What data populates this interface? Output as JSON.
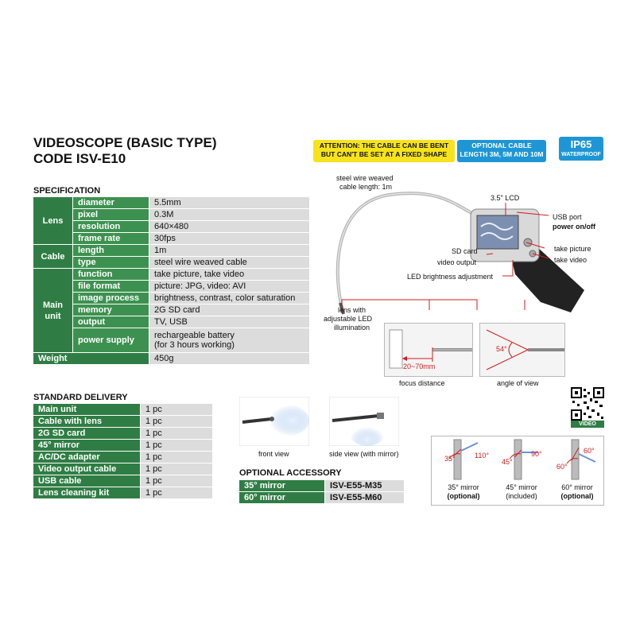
{
  "title": {
    "line1": "VIDEOSCOPE (BASIC TYPE)",
    "line2": "CODE ISV-E10"
  },
  "badges": {
    "attention": {
      "line1": "ATTENTION: THE CABLE CAN BE BENT",
      "line2": "BUT CAN'T BE SET AT A FIXED SHAPE",
      "color": "#f7e31b"
    },
    "cable": {
      "line1": "OPTIONAL CABLE",
      "line2": "LENGTH 3M, 5M AND 10M",
      "color": "#1e96d6"
    },
    "ip": {
      "line1": "IP65",
      "line2": "WATERPROOF",
      "color": "#1e96d6"
    }
  },
  "specification": {
    "heading": "SPECIFICATION",
    "groups": [
      {
        "name": "Lens",
        "rows": [
          {
            "label": "diameter",
            "value": "5.5mm"
          },
          {
            "label": "pixel",
            "value": "0.3M"
          },
          {
            "label": "resolution",
            "value": "640×480"
          },
          {
            "label": "frame rate",
            "value": "30fps"
          }
        ]
      },
      {
        "name": "Cable",
        "rows": [
          {
            "label": "length",
            "value": "1m"
          },
          {
            "label": "type",
            "value": "steel wire weaved cable"
          }
        ]
      },
      {
        "name": "Main unit",
        "rows": [
          {
            "label": "function",
            "value": "take picture, take video"
          },
          {
            "label": "file format",
            "value": "picture: JPG, video: AVI"
          },
          {
            "label": "image process",
            "value": "brightness, contrast, color saturation"
          },
          {
            "label": "memory",
            "value": "2G SD card"
          },
          {
            "label": "output",
            "value": "TV, USB"
          },
          {
            "label": "power supply",
            "value": "rechargeable battery",
            "value2": "(for 3 hours working)"
          }
        ]
      }
    ],
    "weight": {
      "label": "Weight",
      "value": "450g"
    }
  },
  "delivery": {
    "heading": "STANDARD DELIVERY",
    "rows": [
      {
        "item": "Main unit",
        "qty": "1 pc"
      },
      {
        "item": "Cable with lens",
        "qty": "1 pc"
      },
      {
        "item": "2G SD card",
        "qty": "1 pc"
      },
      {
        "item": "45° mirror",
        "qty": "1 pc"
      },
      {
        "item": "AC/DC adapter",
        "qty": "1 pc"
      },
      {
        "item": "Video output cable",
        "qty": "1 pc"
      },
      {
        "item": "USB cable",
        "qty": "1 pc"
      },
      {
        "item": "Lens cleaning kit",
        "qty": "1 pc"
      }
    ]
  },
  "accessory": {
    "heading": "OPTIONAL ACCESSORY",
    "rows": [
      {
        "item": "35° mirror",
        "code": "ISV-E55-M35"
      },
      {
        "item": "60° mirror",
        "code": "ISV-E55-M60"
      }
    ]
  },
  "diagram": {
    "cable_note1": "steel wire weaved",
    "cable_note2": "cable length: 1m",
    "lcd": "3.5\" LCD",
    "usb": "USB port",
    "power": "power on/off",
    "sd": "SD card",
    "video_out": "video output",
    "take_picture": "take picture",
    "take_video": "take video",
    "led": "LED brightness adjustment",
    "lens1": "lens with",
    "lens2": "adjustable LED",
    "lens3": "illumination",
    "focus_range": "20~70mm",
    "focus_caption": "focus distance",
    "angle": "54°",
    "angle_caption": "angle of view"
  },
  "views": {
    "front": "front view",
    "side": "side view (with mirror)"
  },
  "qr": {
    "label": "VIDEO"
  },
  "mirrors": [
    {
      "a1": "35°",
      "a2": "110°",
      "caption": "35° mirror",
      "status": "(optional)",
      "bold": true
    },
    {
      "a1": "45°",
      "a2": "90°",
      "caption": "45° mirror",
      "status": "(included)",
      "bold": false
    },
    {
      "a1": "60°",
      "a2": "60°",
      "caption": "60° mirror",
      "status": "(optional)",
      "bold": true
    }
  ],
  "colors": {
    "green": "#2f7d44",
    "green_light": "#3d9150",
    "cell": "#dcdcdc",
    "red": "#d11c1c"
  }
}
